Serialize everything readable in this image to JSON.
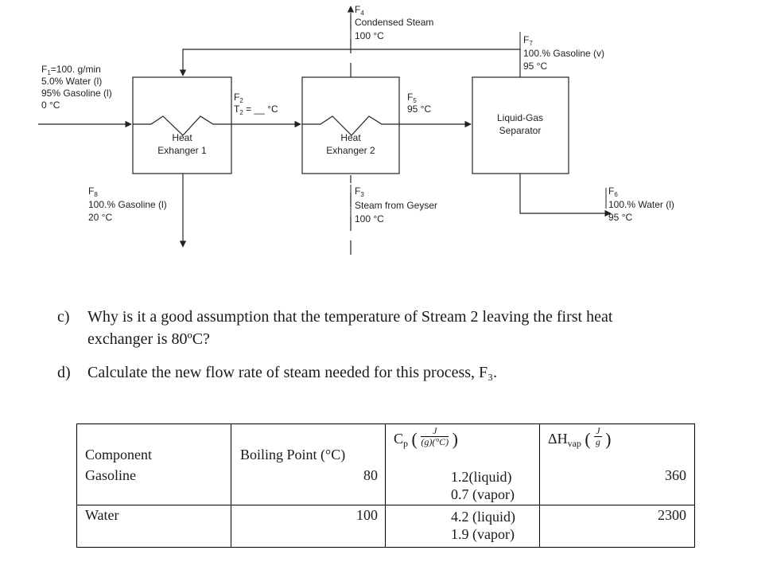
{
  "streams": {
    "f1": {
      "name": "F",
      "sub": "1",
      "flow": "=100. g/min",
      "comp1": "5.0% Water (l)",
      "comp2": "95% Gasoline (l)",
      "temp": "0 °C"
    },
    "f2": {
      "name": "F",
      "sub": "2",
      "temp_prefix": "T",
      "temp_sub": "2",
      "temp_value": " = __ °C"
    },
    "f3": {
      "name": "F",
      "sub": "3",
      "desc": "Steam from Geyser",
      "temp": "100 °C"
    },
    "f4": {
      "name": "F",
      "sub": "4",
      "desc": "Condensed Steam",
      "temp": "100 °C"
    },
    "f5": {
      "name": "F",
      "sub": "5",
      "temp": "95 °C"
    },
    "f6": {
      "name": "F",
      "sub": "6",
      "comp": "100.% Water (l)",
      "temp": "95 °C"
    },
    "f7": {
      "name": "F",
      "sub": "7",
      "comp": "100.% Gasoline (v)",
      "temp": "95 °C"
    },
    "f8": {
      "name": "F",
      "sub": "8",
      "comp": "100.% Gasoline (l)",
      "temp": "20 °C"
    }
  },
  "units": {
    "hx1": {
      "line1": "Heat",
      "line2": "Exhanger 1"
    },
    "hx2": {
      "line1": "Heat",
      "line2": "Exhanger 2"
    },
    "sep": {
      "line1": "Liquid-Gas",
      "line2": "Separator"
    }
  },
  "questions": {
    "c": {
      "letter": "c)",
      "line1": "Why is it a good assumption that the temperature of Stream 2 leaving the first heat",
      "line2": "exchanger is 80ºC?"
    },
    "d": {
      "letter": "d)",
      "line1": "Calculate the new flow rate of steam needed for this process, F₃."
    }
  },
  "table": {
    "headers": {
      "component": "Component",
      "boiling_point": "Boiling Point (°C)",
      "cp_symbol": "C",
      "cp_sub": "p",
      "cp_num": "J",
      "cp_den": "(g)(°C)",
      "dh_symbol": "ΔH",
      "dh_sub": "vap",
      "dh_num": "J",
      "dh_den": "g"
    },
    "rows": [
      {
        "component": "Gasoline",
        "boiling_point": "80",
        "cp_liquid": "1.2(liquid)",
        "cp_vapor": "0.7 (vapor)",
        "dh_vap": "360"
      },
      {
        "component": "Water",
        "boiling_point": "100",
        "cp_liquid": "4.2 (liquid)",
        "cp_vapor": "1.9 (vapor)",
        "dh_vap": "2300"
      }
    ]
  }
}
